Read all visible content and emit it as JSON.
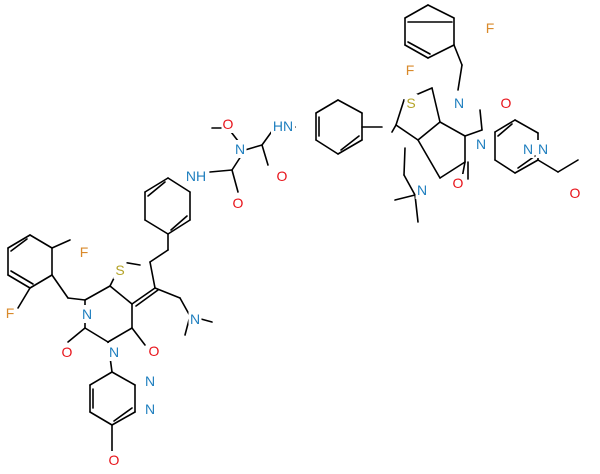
{
  "colors": {
    "carbon_bond": "#000000",
    "nitrogen": "#1f7fbf",
    "oxygen": "#e8141b",
    "sulfur": "#b5a42a",
    "fluorine": "#d98a2b"
  },
  "atom_labels": {
    "n": "N",
    "nh": "NH",
    "hn": "HN",
    "o": "O",
    "s": "S",
    "f": "F"
  }
}
